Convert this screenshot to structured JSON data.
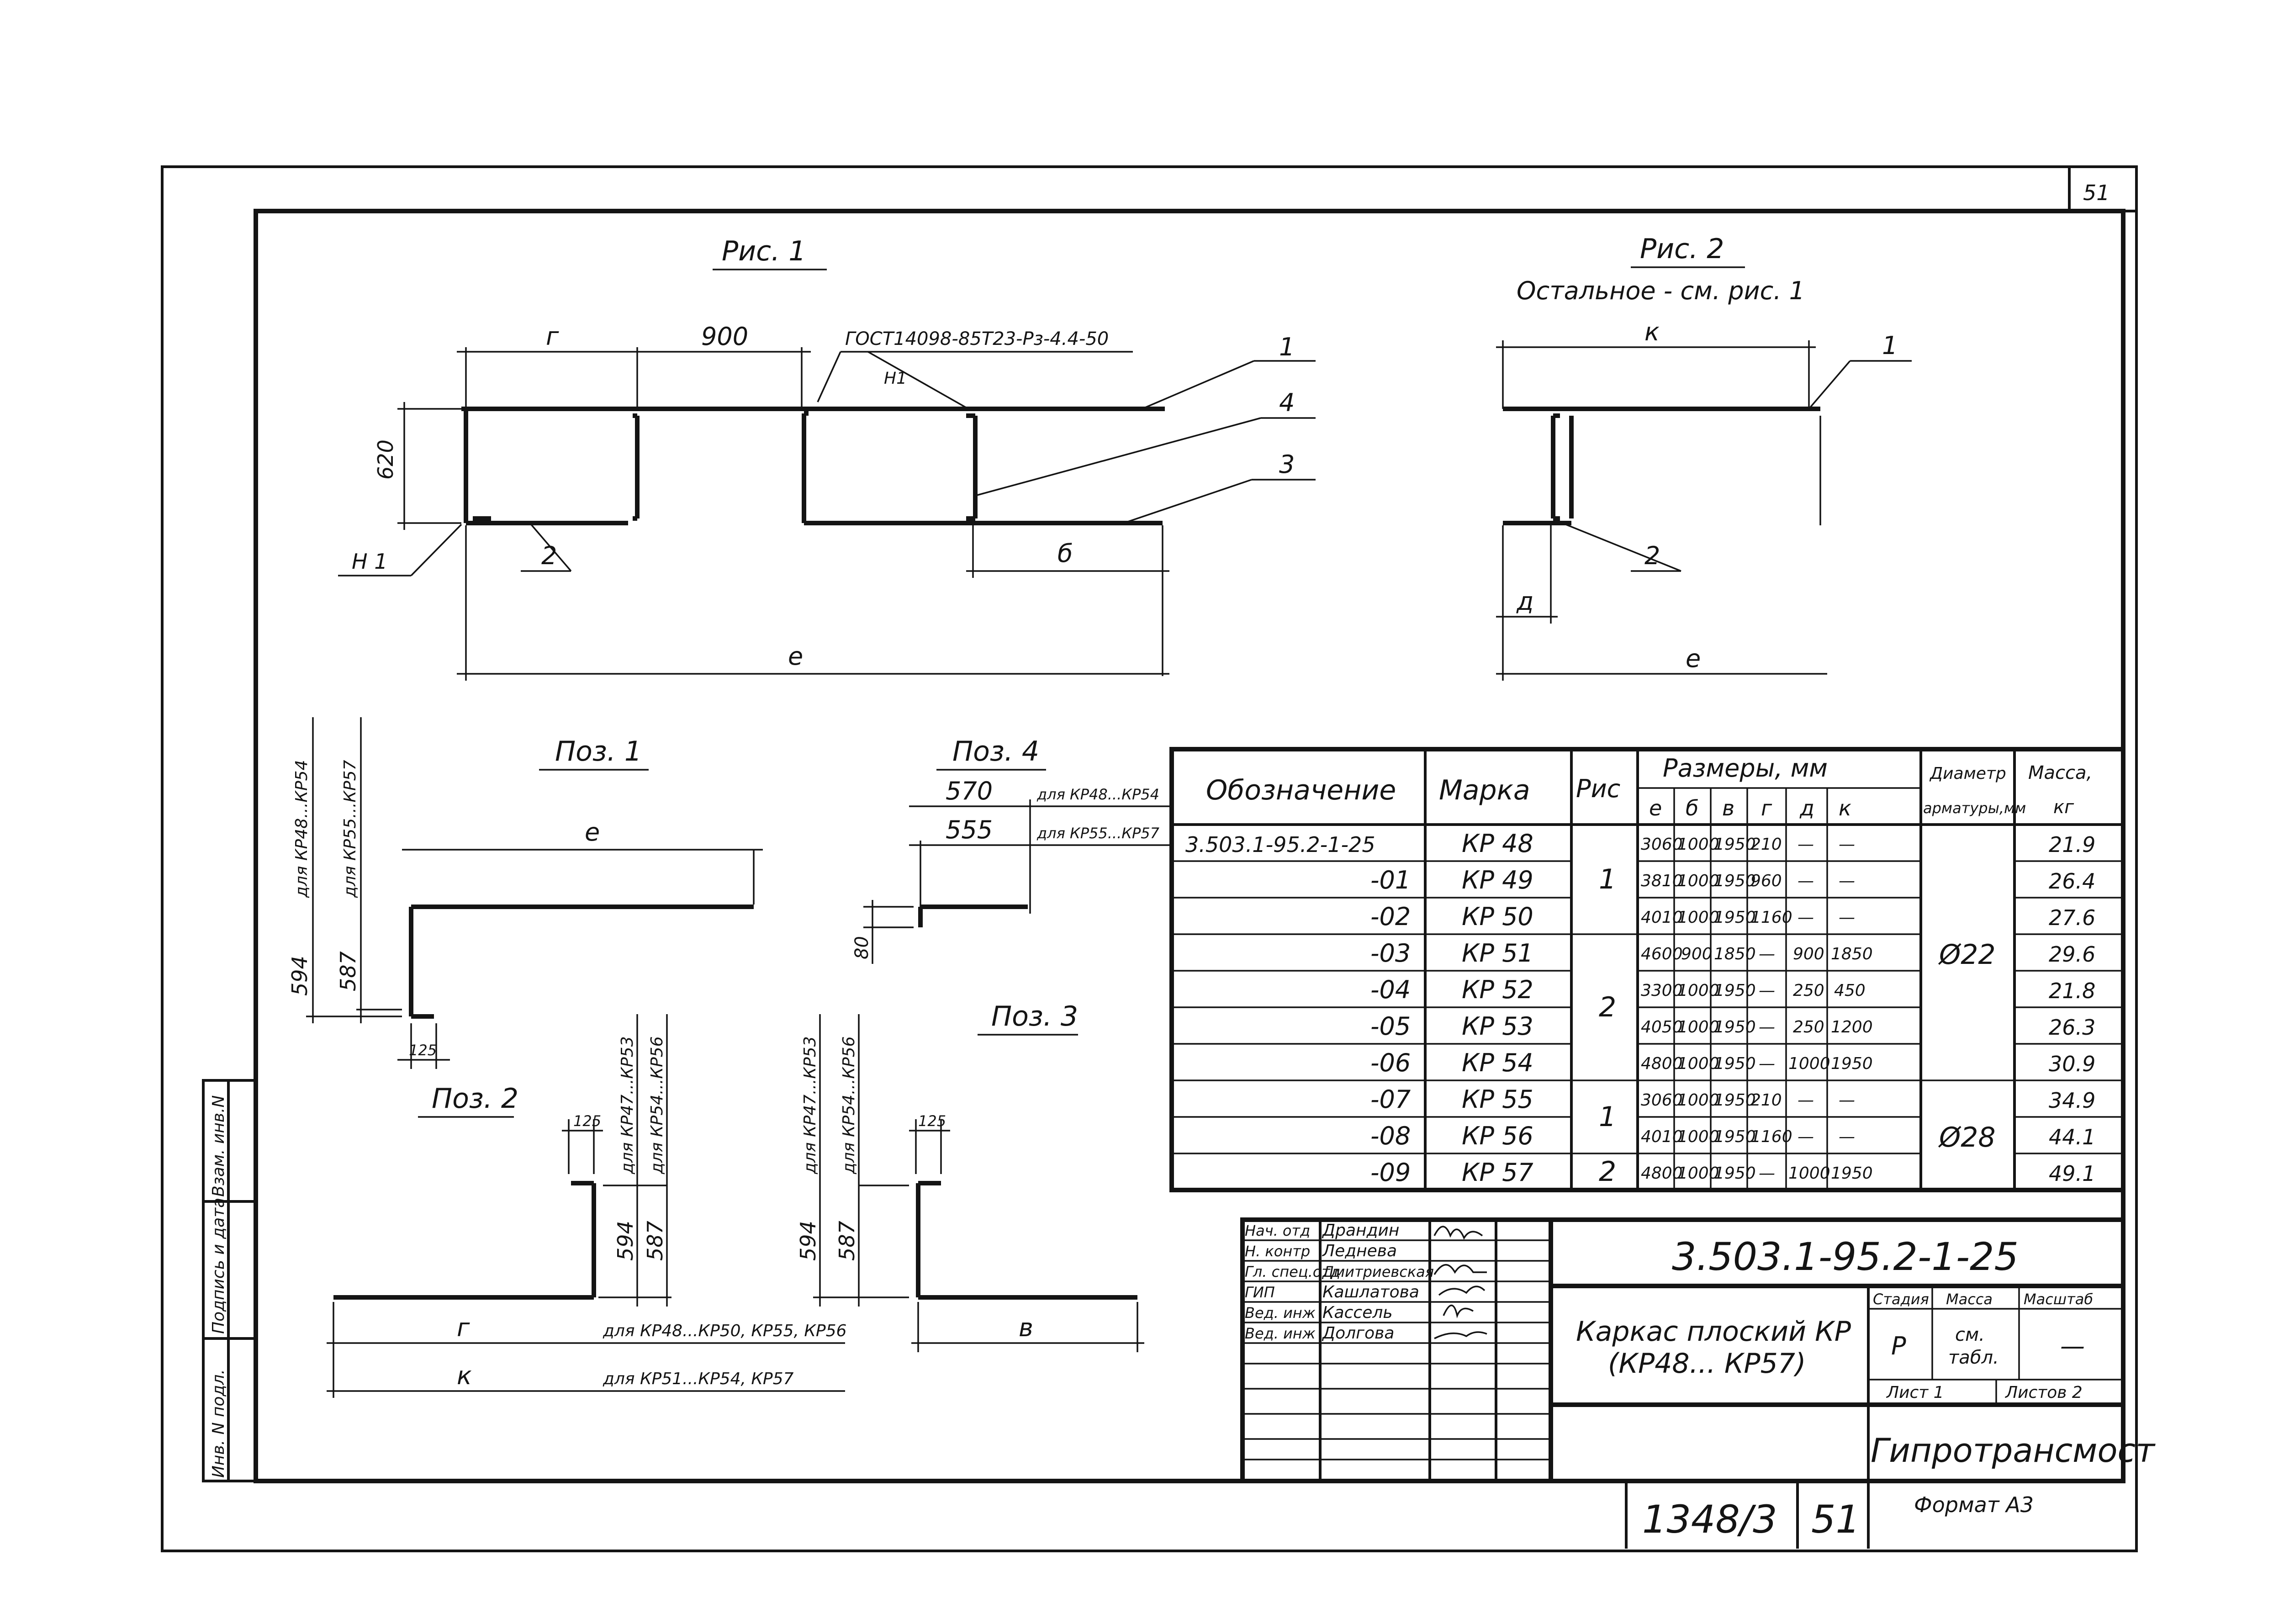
{
  "sheet_number": "51",
  "fig1": {
    "title": "Рис. 1",
    "dim_g": "г",
    "dim_900": "900",
    "standard_note": "ГОСТ14098-85Т23-Рз-4.4-50",
    "weld_note": "Н1",
    "dim_620": "620",
    "dim_b": "б",
    "dim_e": "е",
    "callout_1": "1",
    "callout_2": "2",
    "callout_3": "3",
    "callout_4": "4",
    "weld_h1": "Н 1"
  },
  "fig2": {
    "title": "Рис. 2",
    "subtitle": "Остальное - см. рис. 1",
    "dim_k": "к",
    "dim_d": "д",
    "dim_e": "е",
    "callout_1": "1",
    "callout_2": "2"
  },
  "poz1": {
    "title": "Поз. 1",
    "dim_e": "е",
    "dim_594": "594",
    "dim_587": "587",
    "dim_125": "125",
    "note_a": "для КР48...КР54",
    "note_b": "для КР55...КР57"
  },
  "poz2": {
    "title": "Поз. 2",
    "dim_125": "125",
    "dim_594": "594",
    "dim_587": "587",
    "note_a": "для КР47...КР53",
    "note_b": "для КР54...КР56",
    "dim_g": "г",
    "dim_k": "к",
    "note_g": "для КР48...КР50, КР55, КР56",
    "note_k": "для КР51...КР54, КР57"
  },
  "poz3": {
    "title": "Поз. 3",
    "dim_125": "125",
    "dim_594": "594",
    "dim_587": "587",
    "note_a": "для КР47...КР53",
    "note_b": "для КР54...КР56",
    "dim_v": "в"
  },
  "poz4": {
    "title": "Поз. 4",
    "dim_570": "570",
    "dim_555": "555",
    "dim_80": "80",
    "note_a": "для КР48...КР54",
    "note_b": "для КР55...КР57"
  },
  "table": {
    "col_designation": "Обозначение",
    "col_mark": "Марка",
    "col_fig": "Рис",
    "col_sizes": "Размеры, мм",
    "col_e": "е",
    "col_b": "б",
    "col_v": "в",
    "col_g": "г",
    "col_d": "д",
    "col_k": "к",
    "col_diameter_1": "Диаметр",
    "col_diameter_2": "арматуры,мм",
    "col_mass_1": "Масса,",
    "col_mass_2": "кг",
    "rows": [
      {
        "designation": "3.503.1-95.2-1-25",
        "mark": "КР 48",
        "e": "3060",
        "b": "1000",
        "v": "1950",
        "g": "210",
        "d": "—",
        "k": "—",
        "mass": "21.9"
      },
      {
        "designation": "-01",
        "mark": "КР 49",
        "e": "3810",
        "b": "1000",
        "v": "1950",
        "g": "960",
        "d": "—",
        "k": "—",
        "mass": "26.4"
      },
      {
        "designation": "-02",
        "mark": "КР 50",
        "e": "4010",
        "b": "1000",
        "v": "1950",
        "g": "1160",
        "d": "—",
        "k": "—",
        "mass": "27.6"
      },
      {
        "designation": "-03",
        "mark": "КР 51",
        "e": "4600",
        "b": "900",
        "v": "1850",
        "g": "—",
        "d": "900",
        "k": "1850",
        "mass": "29.6"
      },
      {
        "designation": "-04",
        "mark": "КР 52",
        "e": "3300",
        "b": "1000",
        "v": "1950",
        "g": "—",
        "d": "250",
        "k": "450",
        "mass": "21.8"
      },
      {
        "designation": "-05",
        "mark": "КР 53",
        "e": "4050",
        "b": "1000",
        "v": "1950",
        "g": "—",
        "d": "250",
        "k": "1200",
        "mass": "26.3"
      },
      {
        "designation": "-06",
        "mark": "КР 54",
        "e": "4800",
        "b": "1000",
        "v": "1950",
        "g": "—",
        "d": "1000",
        "k": "1950",
        "mass": "30.9"
      },
      {
        "designation": "-07",
        "mark": "КР 55",
        "e": "3060",
        "b": "1000",
        "v": "1950",
        "g": "210",
        "d": "—",
        "k": "—",
        "mass": "34.9"
      },
      {
        "designation": "-08",
        "mark": "КР 56",
        "e": "4010",
        "b": "1000",
        "v": "1950",
        "g": "1160",
        "d": "—",
        "k": "—",
        "mass": "44.1"
      },
      {
        "designation": "-09",
        "mark": "КР 57",
        "e": "4800",
        "b": "1000",
        "v": "1950",
        "g": "—",
        "d": "1000",
        "k": "1950",
        "mass": "49.1"
      }
    ],
    "fig_groups": [
      "1",
      "2",
      "1",
      "2"
    ],
    "diameter_groups": [
      "Ø22",
      "Ø28"
    ]
  },
  "stamp": {
    "roles": [
      "Нач. отд",
      "Н. контр",
      "Гл. спец.отд",
      "ГИП",
      "Вед. инж",
      "Вед. инж"
    ],
    "names": [
      "Драндин",
      "Леднева",
      "Дмитриевская",
      "Кашлатова",
      "Кассель",
      "Долгова"
    ],
    "doc_code": "3.503.1-95.2-1-25",
    "title_1": "Каркас плоский КР",
    "title_2": "(КР48... КР57)",
    "stage_label": "Стадия",
    "mass_label": "Масса",
    "scale_label": "Масштаб",
    "stage": "Р",
    "mass_1": "см.",
    "mass_2": "табл.",
    "scale": "—",
    "sheet_label": "Лист 1",
    "sheets_label": "Листов 2",
    "organization": "Гипротрансмост",
    "format": "Формат А3",
    "album": "1348/3",
    "page": "51"
  },
  "side_stamp": [
    "Инв. N подл.",
    "Подпись и дата",
    "Взам. инв.N"
  ]
}
